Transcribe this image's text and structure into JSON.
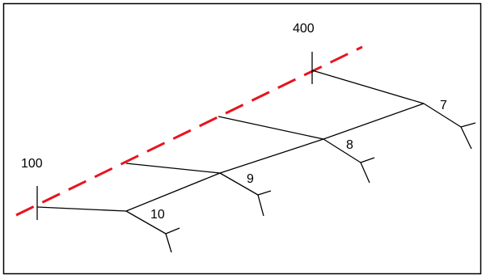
{
  "labels": {
    "start_station": "100",
    "end_station": "400",
    "point_7": "7",
    "point_8": "8",
    "point_9": "9",
    "point_10": "10"
  },
  "colors": {
    "centerline": "#e8141e",
    "lines": "#000000",
    "frame": "#000000",
    "background": "#ffffff"
  }
}
